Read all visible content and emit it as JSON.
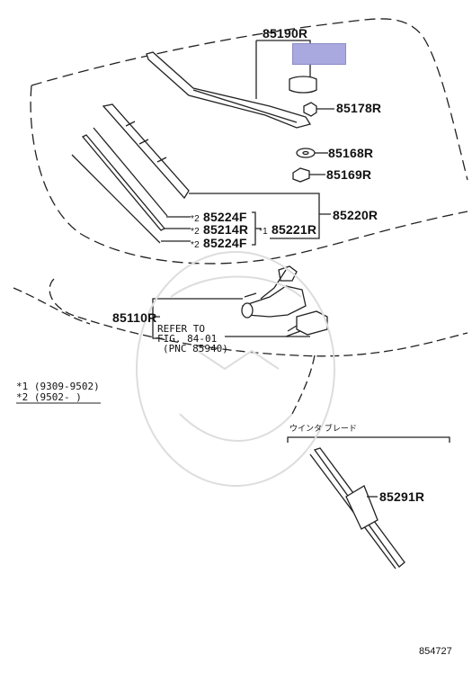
{
  "diagram": {
    "parts": {
      "p85190R": "85190R",
      "p85178R": "85178R",
      "p85168R": "85168R",
      "p85169R": "85169R",
      "p85220R": "85220R",
      "p85224F_upper": "85224F",
      "p85214R": "85214R",
      "p85224F_lower": "85224F",
      "p85221R": "85221R",
      "p85110R": "85110R",
      "p85291R": "85291R"
    },
    "marks": {
      "star2_a": "*2",
      "star2_b": "*2",
      "star2_c": "*2",
      "star1": "*1"
    },
    "refer": {
      "line1": "REFER TO",
      "line2": "FIG. 84-01",
      "line3": "(PNC 85940)"
    },
    "notes": {
      "n1": "*1  (9309-9502)",
      "n2": "*2  (9502-      )"
    },
    "blade_heading": "ウインタ ブレード",
    "ref_number": "854727"
  }
}
